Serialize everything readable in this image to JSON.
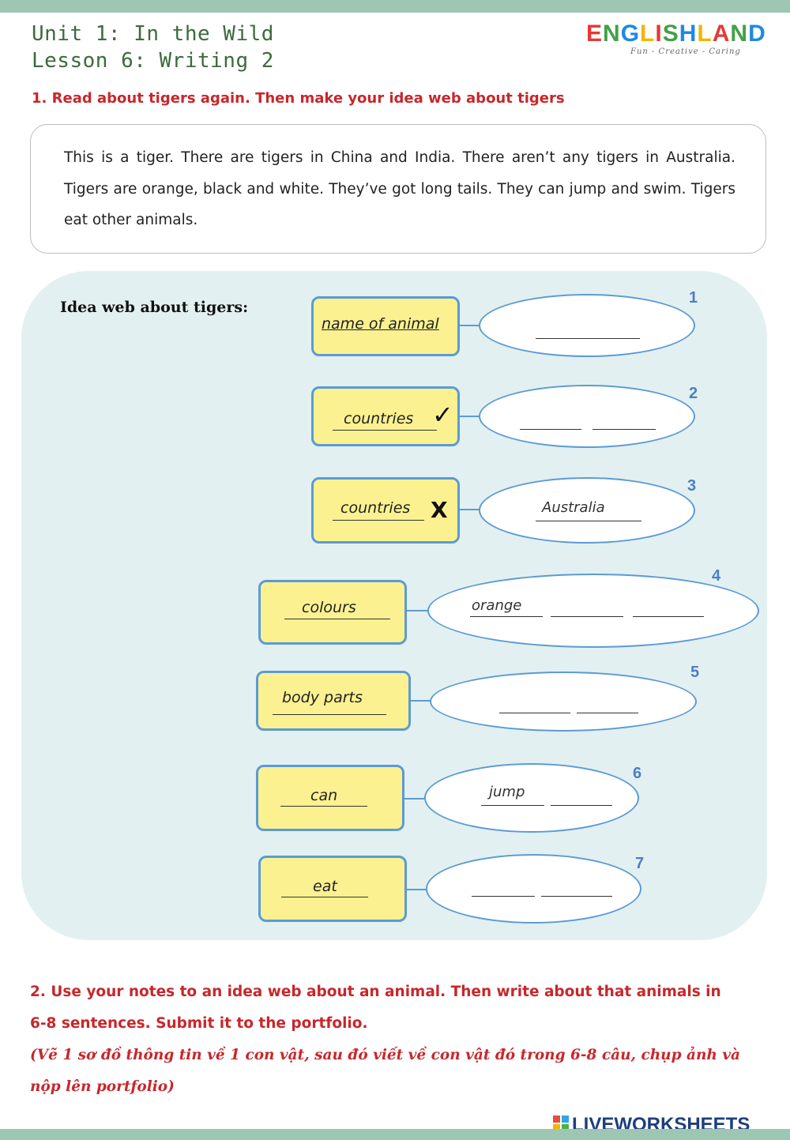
{
  "header": {
    "unit": "Unit 1: In the Wild",
    "lesson": "Lesson 6: Writing 2",
    "logo_text": "ENGLISHLAND",
    "logo_tagline": "Fun - Creative - Caring"
  },
  "task1": {
    "instruction": "1. Read about tigers again. Then make your idea web about tigers",
    "reading": "This is a tiger. There are tigers in China and India. There aren’t any tigers in Australia. Tigers are orange, black and white. They’ve got long tails. They can jump and swim. Tigers eat other animals."
  },
  "idea_web": {
    "title": "Idea web about tigers:",
    "items": [
      {
        "number": "1",
        "category": "name of animal",
        "mark": "",
        "answers": []
      },
      {
        "number": "2",
        "category": "countries",
        "mark": "✓",
        "answers": []
      },
      {
        "number": "3",
        "category": "countries",
        "mark": "X",
        "answers": [
          "Australia"
        ]
      },
      {
        "number": "4",
        "category": "colours",
        "mark": "",
        "answers": [
          "orange"
        ]
      },
      {
        "number": "5",
        "category": "body parts",
        "mark": "",
        "answers": []
      },
      {
        "number": "6",
        "category": "can",
        "mark": "",
        "answers": [
          "jump"
        ]
      },
      {
        "number": "7",
        "category": "eat",
        "mark": "",
        "answers": []
      }
    ]
  },
  "task2": {
    "instruction": "2. Use your notes to an idea web about an animal. Then write about that animals in 6-8 sentences. Submit it to the portfolio.",
    "translation": "(Vẽ 1 sơ đồ thông tin về 1 con vật, sau đó viết về con vật đó trong 6-8 câu, chụp ảnh và nộp lên portfolio)"
  },
  "footer": {
    "brand": "LIVEWORKSHEETS"
  },
  "colors": {
    "title_green": "#3c6b3c",
    "instruction_red": "#c7272b",
    "box_yellow": "#fbf190",
    "border_blue": "#5b9bd5",
    "web_background": "#e3f0f1",
    "number_blue": "#4a7fc1"
  }
}
